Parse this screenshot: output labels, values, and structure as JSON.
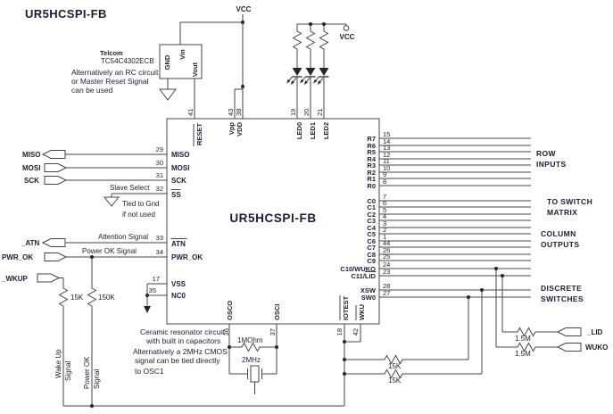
{
  "title": "UR5HCSPI-FB",
  "power": {
    "vcc_top": "VCC",
    "vcc_led": "VCC"
  },
  "regulator": {
    "brand": "Telcom",
    "part": "TC54C4302ECB",
    "pin_gnd": "GND",
    "pin_vin": "Vin",
    "pin_vout": "Vout",
    "note_lines": [
      "Alternatively an RC circuit",
      "or Master Reset Signal",
      "can be used"
    ]
  },
  "chip": {
    "name": "UR5HCSPI-FB",
    "top_pins": [
      {
        "num": "41",
        "label": "RESET"
      },
      {
        "num": "43",
        "label": "Vpp"
      },
      {
        "num": "38",
        "label": "VDD"
      },
      {
        "num": "19",
        "label": "LED0"
      },
      {
        "num": "20",
        "label": "LED1"
      },
      {
        "num": "21",
        "label": "LED2"
      }
    ],
    "left_pins": [
      {
        "num": "29",
        "label": "MISO"
      },
      {
        "num": "30",
        "label": "MOSI"
      },
      {
        "num": "31",
        "label": "SCK"
      },
      {
        "num": "32",
        "label": "SS"
      },
      {
        "num": "33",
        "label": "ATN"
      },
      {
        "num": "34",
        "label": "PWR_OK"
      },
      {
        "num": "17",
        "label": "VSS"
      },
      {
        "num": "35",
        "label": "NC0"
      }
    ],
    "bottom_pins": [
      {
        "num": "36",
        "label": "OSCO"
      },
      {
        "num": "37",
        "label": "OSCI"
      },
      {
        "num": "18",
        "label": "IOTEST"
      },
      {
        "num": "42",
        "label": "WKU"
      }
    ],
    "right_pins": [
      {
        "num": "15",
        "label": "R7"
      },
      {
        "num": "14",
        "label": "R6"
      },
      {
        "num": "13",
        "label": "R5"
      },
      {
        "num": "12",
        "label": "R4"
      },
      {
        "num": "11",
        "label": "R3"
      },
      {
        "num": "10",
        "label": "R2"
      },
      {
        "num": "9",
        "label": "R1"
      },
      {
        "num": "8",
        "label": "R0"
      },
      {
        "num": "7",
        "label": "C0"
      },
      {
        "num": "6",
        "label": "C1"
      },
      {
        "num": "5",
        "label": "C2"
      },
      {
        "num": "4",
        "label": "C3"
      },
      {
        "num": "3",
        "label": "C4"
      },
      {
        "num": "2",
        "label": "C5"
      },
      {
        "num": "1",
        "label": "C6"
      },
      {
        "num": "44",
        "label": "C7"
      },
      {
        "num": "26",
        "label": "C8"
      },
      {
        "num": "25",
        "label": "C9"
      },
      {
        "num": "24",
        "label": "C10/WUKO"
      },
      {
        "num": "23",
        "label": "C11/LID"
      },
      {
        "num": "28",
        "label": "XSW"
      },
      {
        "num": "27",
        "label": "SW0"
      }
    ]
  },
  "connectors": {
    "miso": "MISO",
    "mosi": "MOSI",
    "sck": "SCK",
    "atn": "_ATN",
    "pwr_ok": "PWR_OK",
    "wkup": "_WKUP",
    "lid": "_LID",
    "wuko": "WUKO"
  },
  "signals": {
    "slave_select": "Slave Select",
    "tied_gnd_1": "Tied to Gnd",
    "tied_gnd_2": "if not used",
    "attention": "Attention Signal",
    "power_ok": "Power OK Signal",
    "wake_up_v_1": "Wake Up",
    "wake_up_v_2": "Signal",
    "power_ok_v_1": "Power OK",
    "power_ok_v_2": "Signal"
  },
  "resistors": {
    "r_wkup": "15K",
    "r_pwrok": "150K",
    "r_osc": "1MOhm",
    "r_xsw": "15K",
    "r_sw0": "15K",
    "r_lid": "1.5M",
    "r_wuko": "1.5M"
  },
  "crystal": {
    "freq": "2MHz"
  },
  "osc_note_lines": [
    "Ceramic resonator circuit",
    "with built in capacitors",
    "Alternatively a 2MHz CMOS",
    "signal can be tied directly",
    "to OSC1"
  ],
  "group_labels": {
    "row_1": "ROW",
    "row_2": "INPUTS",
    "switch_1": "TO SWITCH",
    "switch_2": "MATRIX",
    "col_1": "COLUMN",
    "col_2": "OUTPUTS",
    "disc_1": "DISCRETE",
    "disc_2": "SWITCHES"
  }
}
